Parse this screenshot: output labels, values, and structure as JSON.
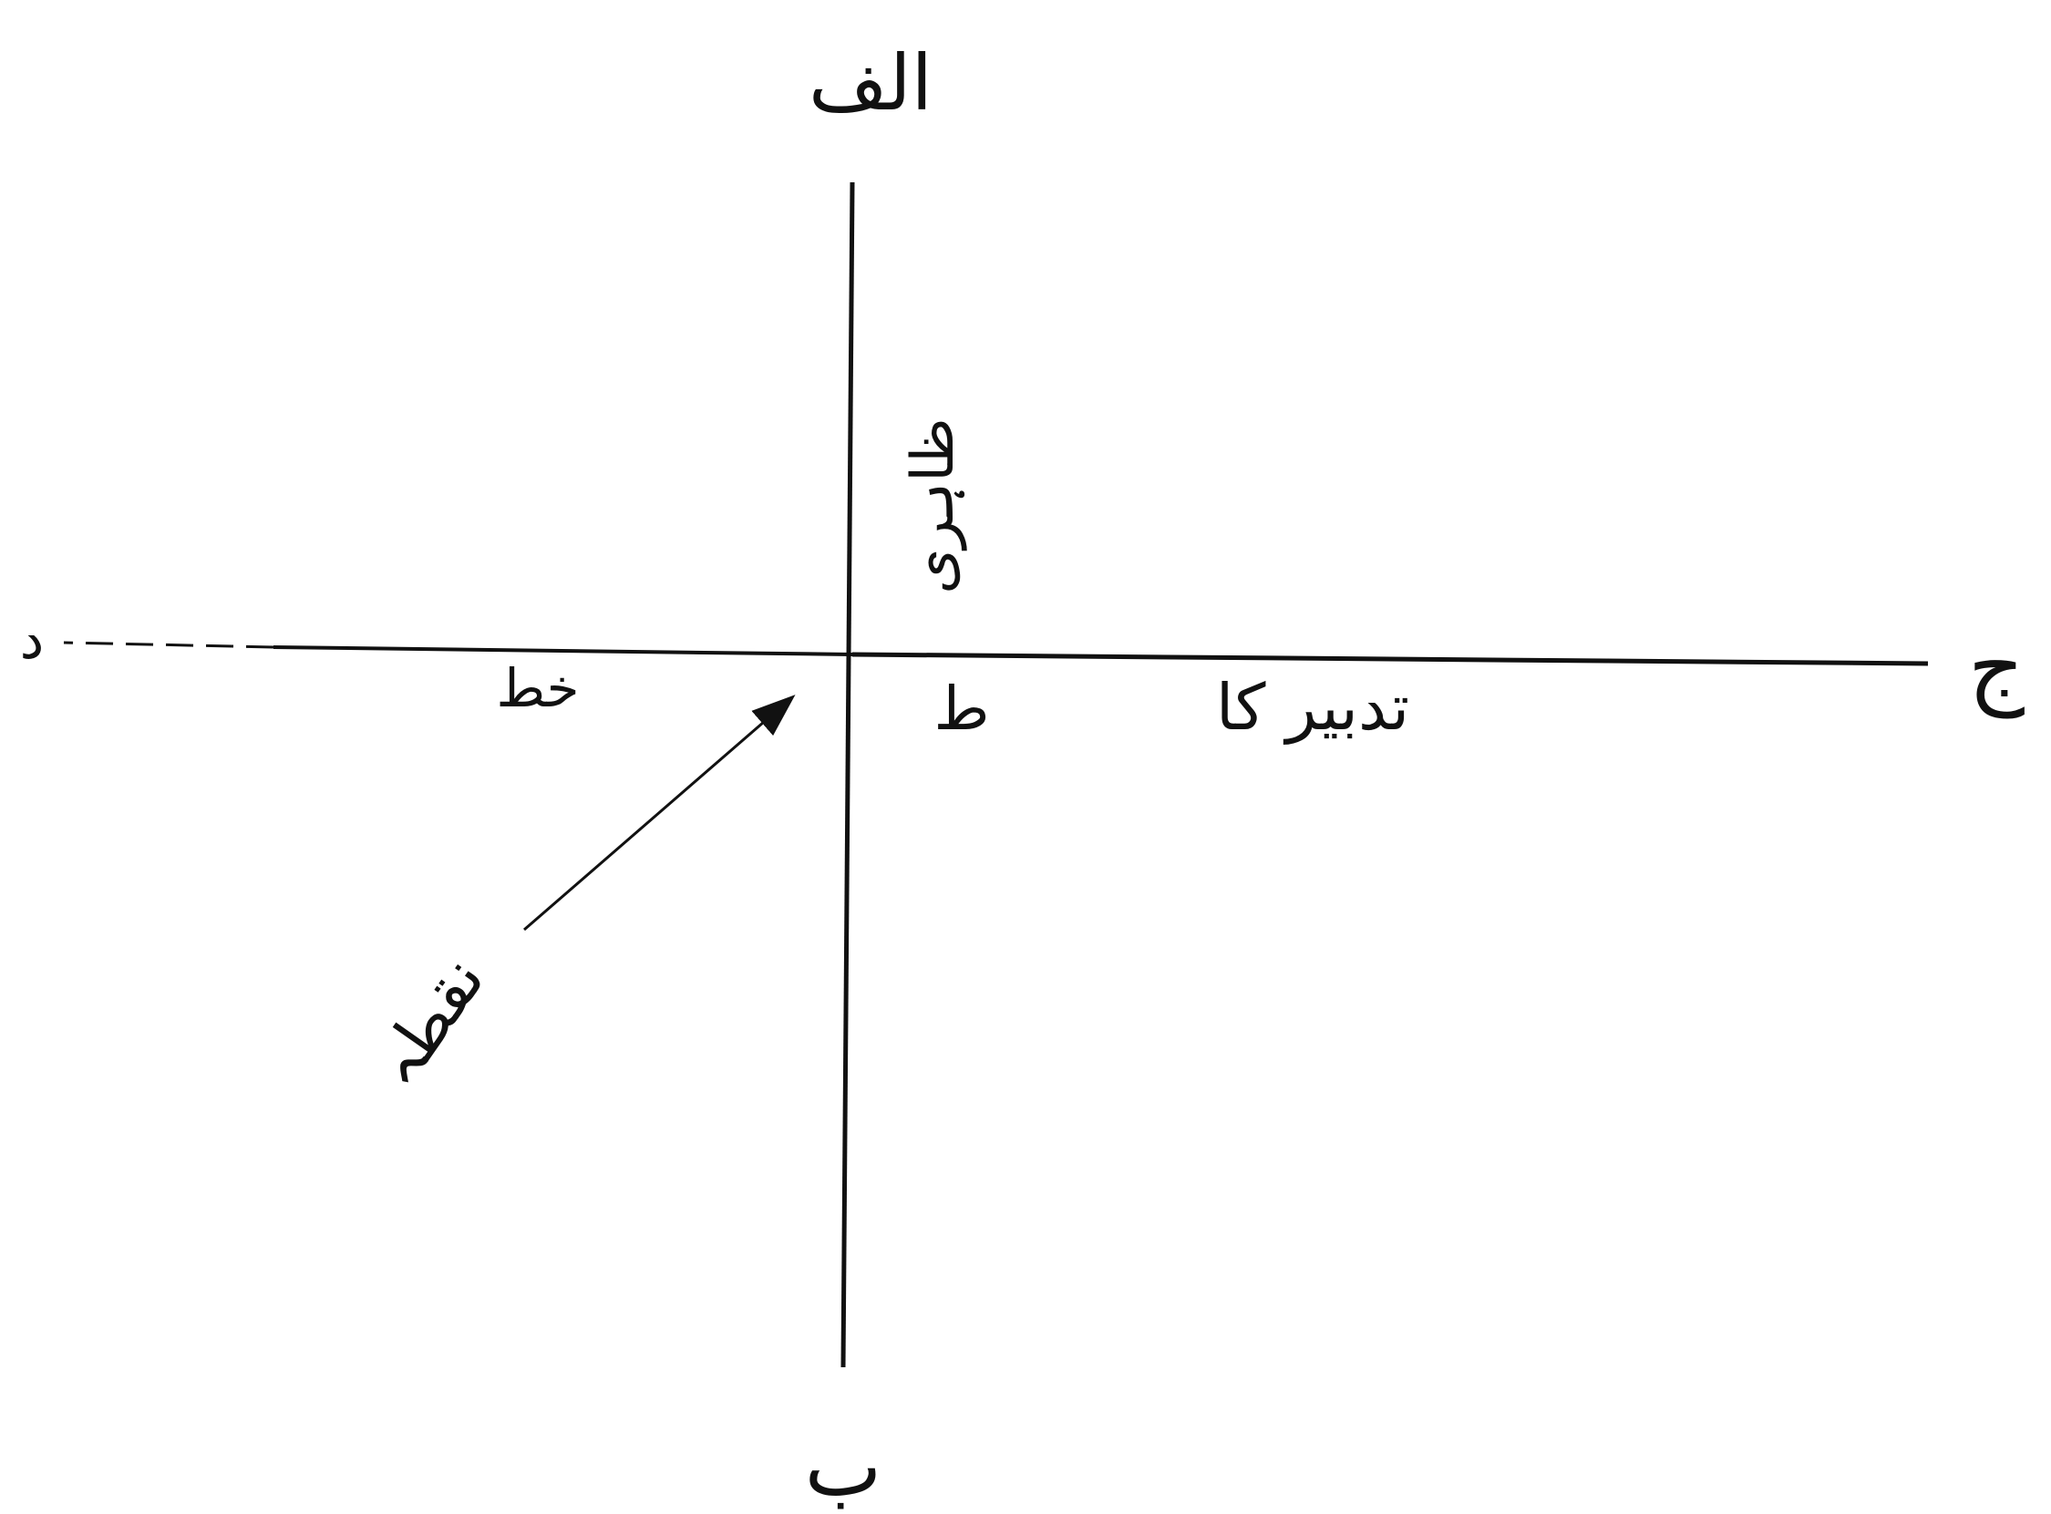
{
  "colors": {
    "ink": "#111111",
    "background": "#ffffff"
  },
  "labels": {
    "top": "الف",
    "bottom": "ب",
    "right": "ج",
    "left": "د",
    "left_line": "خط",
    "right_line": "تدبیر کا",
    "near_center_below": "ط",
    "near_center_above": "ظاہری",
    "arrow": "نقطہ"
  }
}
